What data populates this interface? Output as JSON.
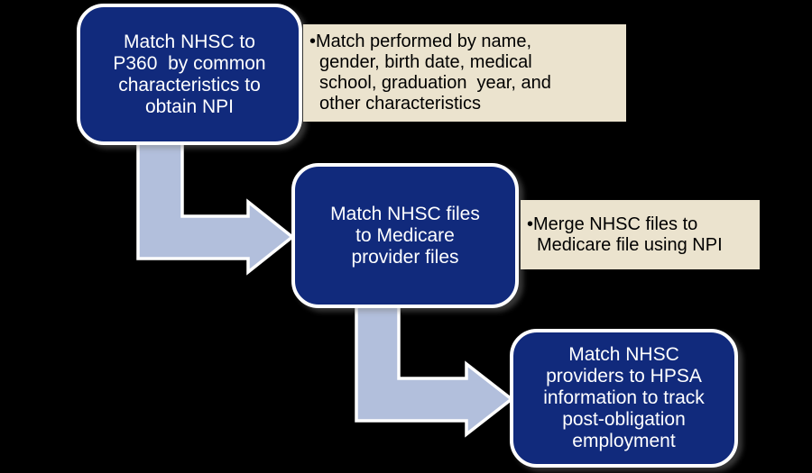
{
  "diagram": {
    "title": "NHSC data matching process flowchart",
    "colors": {
      "background": "#000000",
      "step_fill": "#112a7c",
      "step_border": "#ffffff",
      "step_text": "#ffffff",
      "note_fill": "#ebe3ce",
      "note_text": "#000000",
      "arrow_fill": "#b2bfdc",
      "arrow_outline": "#ffffff"
    },
    "steps": [
      {
        "label": "Match NHSC to\nP360  by common\ncharacteristics to\nobtain NPI",
        "note": {
          "bullet": "•",
          "text": "Match performed by name,\ngender, birth date, medical\nschool, graduation  year, and\nother characteristics"
        }
      },
      {
        "label": "Match NHSC files\nto Medicare\nprovider files",
        "note": {
          "bullet": "•",
          "text": "Merge NHSC files to\nMedicare file using NPI"
        }
      },
      {
        "label": "Match NHSC\nproviders to HPSA\ninformation to track\npost-obligation\nemployment",
        "note": null
      }
    ],
    "connectors": [
      {
        "from": "step-1",
        "to": "step-2",
        "shape": "elbow-down-right"
      },
      {
        "from": "step-2",
        "to": "step-3",
        "shape": "elbow-down-right"
      }
    ]
  }
}
